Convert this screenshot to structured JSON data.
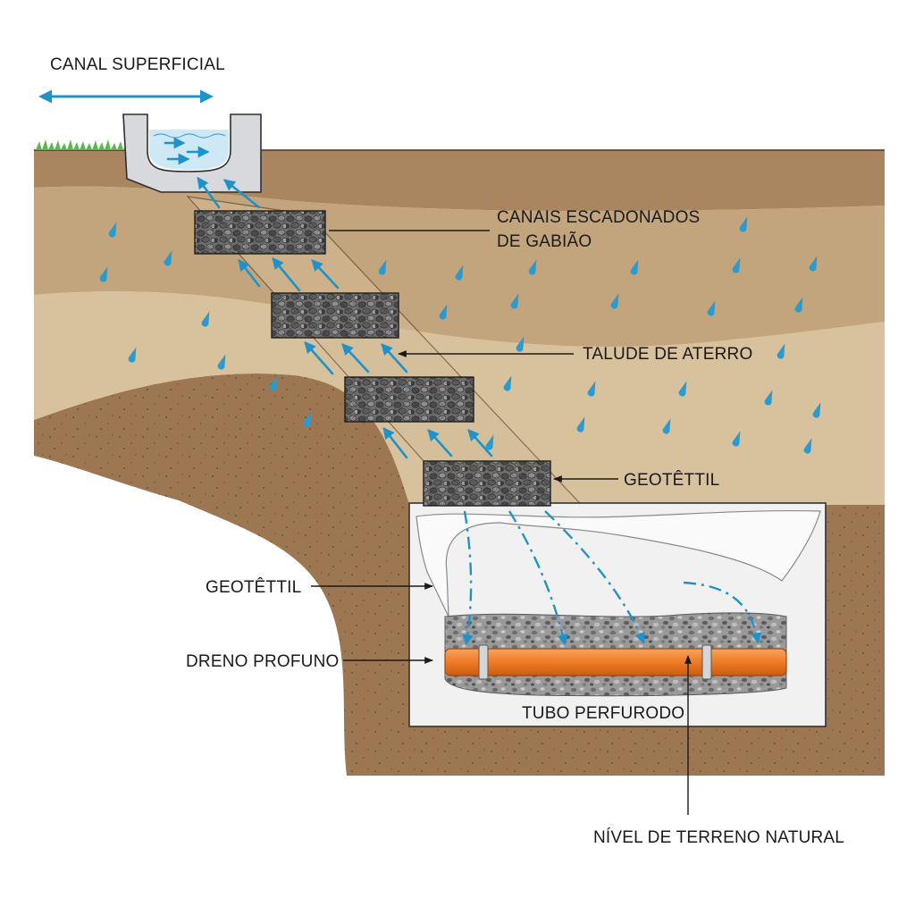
{
  "labels": {
    "canal_superficial": "CANAL SUPERFICIAL",
    "canais_line1": "CANAIS ESCADONADOS",
    "canais_line2": "DE GABIÃO",
    "talude": "TALUDE DE ATERRO",
    "geotextil_right": "GEOTÊTTIL",
    "geotextil_left": "GEOTÊTTIL",
    "dreno": "DRENO PROFUNO",
    "tubo": "TUBO PERFURODO",
    "nivel": "NÍVEL DE TERRENO NATURAL"
  },
  "colors": {
    "topsoil": "#a98660",
    "fill_upper": "#c3a57d",
    "fill_light": "#d8c19d",
    "natural_ground": "#9c7752",
    "trench": "#f1f1f1",
    "gravel": "#8c8c8c",
    "pipe": "#f0802a",
    "water": "#1f93c9",
    "grass": "#5bb84a",
    "canal_concrete": "#d7d9dc"
  },
  "gabion_count": 4
}
